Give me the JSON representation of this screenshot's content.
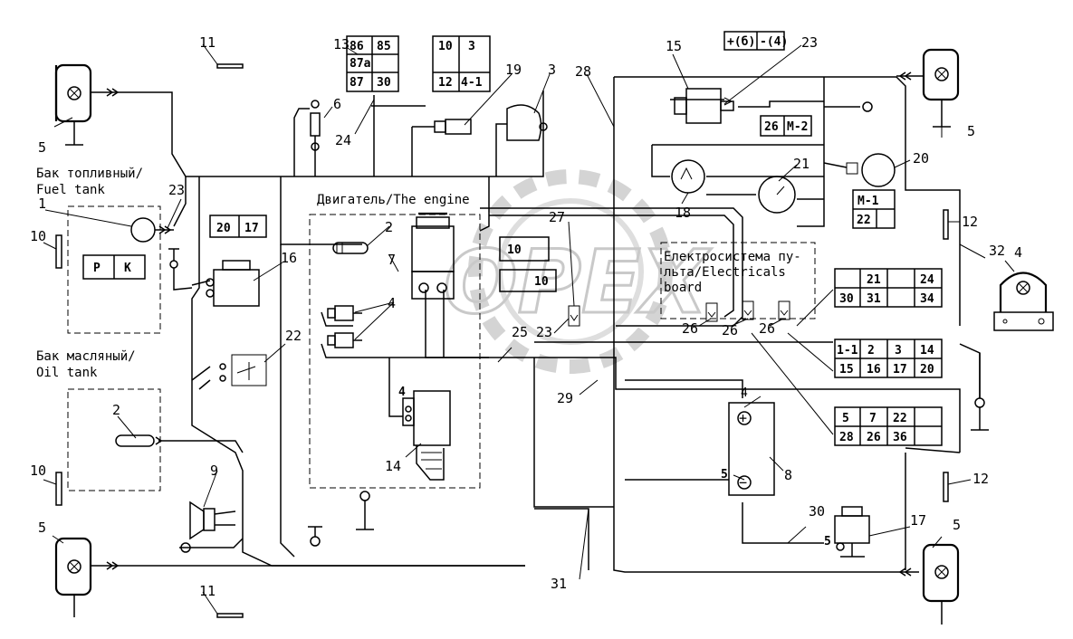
{
  "titles": {
    "fuel_tank_1": "Бак топливный/",
    "fuel_tank_2": "Fuel tank",
    "oil_tank_1": "Бак масляный/",
    "oil_tank_2": "Oil tank",
    "engine": "Двигатель/The engine",
    "board_1": "Електросистема пу-",
    "board_2": "льта/Electricals",
    "board_3": "board"
  },
  "callouts": {
    "c1": "1",
    "c2a": "2",
    "c2b": "2",
    "c3": "3",
    "c4a": "4",
    "c4b": "4",
    "c4c": "4",
    "c4d": "4",
    "c5a": "5",
    "c5b": "5",
    "c5c": "5",
    "c5d": "5",
    "c5e": "5",
    "c5f": "5",
    "c6": "6",
    "c7": "7",
    "c8": "8",
    "c9": "9",
    "c10a": "10",
    "c10b": "10",
    "c11a": "11",
    "c11b": "11",
    "c12a": "12",
    "c12b": "12",
    "c13": "13",
    "c14": "14",
    "c15": "15",
    "c16": "16",
    "c17": "17",
    "c18": "18",
    "c19": "19",
    "c20": "20",
    "c21": "21",
    "c22": "22",
    "c23a": "23",
    "c23b": "23",
    "c23c": "23",
    "c24": "24",
    "c25": "25",
    "c26a": "26",
    "c26b": "26",
    "c26c": "26",
    "c27": "27",
    "c28": "28",
    "c29": "29",
    "c30": "30",
    "c31": "31",
    "c32": "32"
  },
  "tables": {
    "t13": [
      "86",
      "85",
      "87а",
      "87",
      "30"
    ],
    "t13b": [
      "10",
      "3",
      "12",
      "4-1"
    ],
    "t23": [
      "+(б)",
      "-(4)"
    ],
    "t26m2": [
      "26",
      "М-2"
    ],
    "tm1": [
      "М-1",
      "22"
    ],
    "t2017": [
      "20",
      "17"
    ],
    "tpk": [
      "Р",
      "К"
    ],
    "t10a": "10",
    "t10b": "10",
    "tboard1": [
      "21",
      "24",
      "30",
      "31",
      "34"
    ],
    "tboard2": [
      "1-1",
      "2",
      "3",
      "14",
      "15",
      "16",
      "17",
      "20"
    ],
    "tboard3": [
      "5",
      "7",
      "22",
      "28",
      "26",
      "36"
    ]
  },
  "battery": {
    "plus": "+",
    "minus": "−"
  },
  "watermark": "OPEX"
}
